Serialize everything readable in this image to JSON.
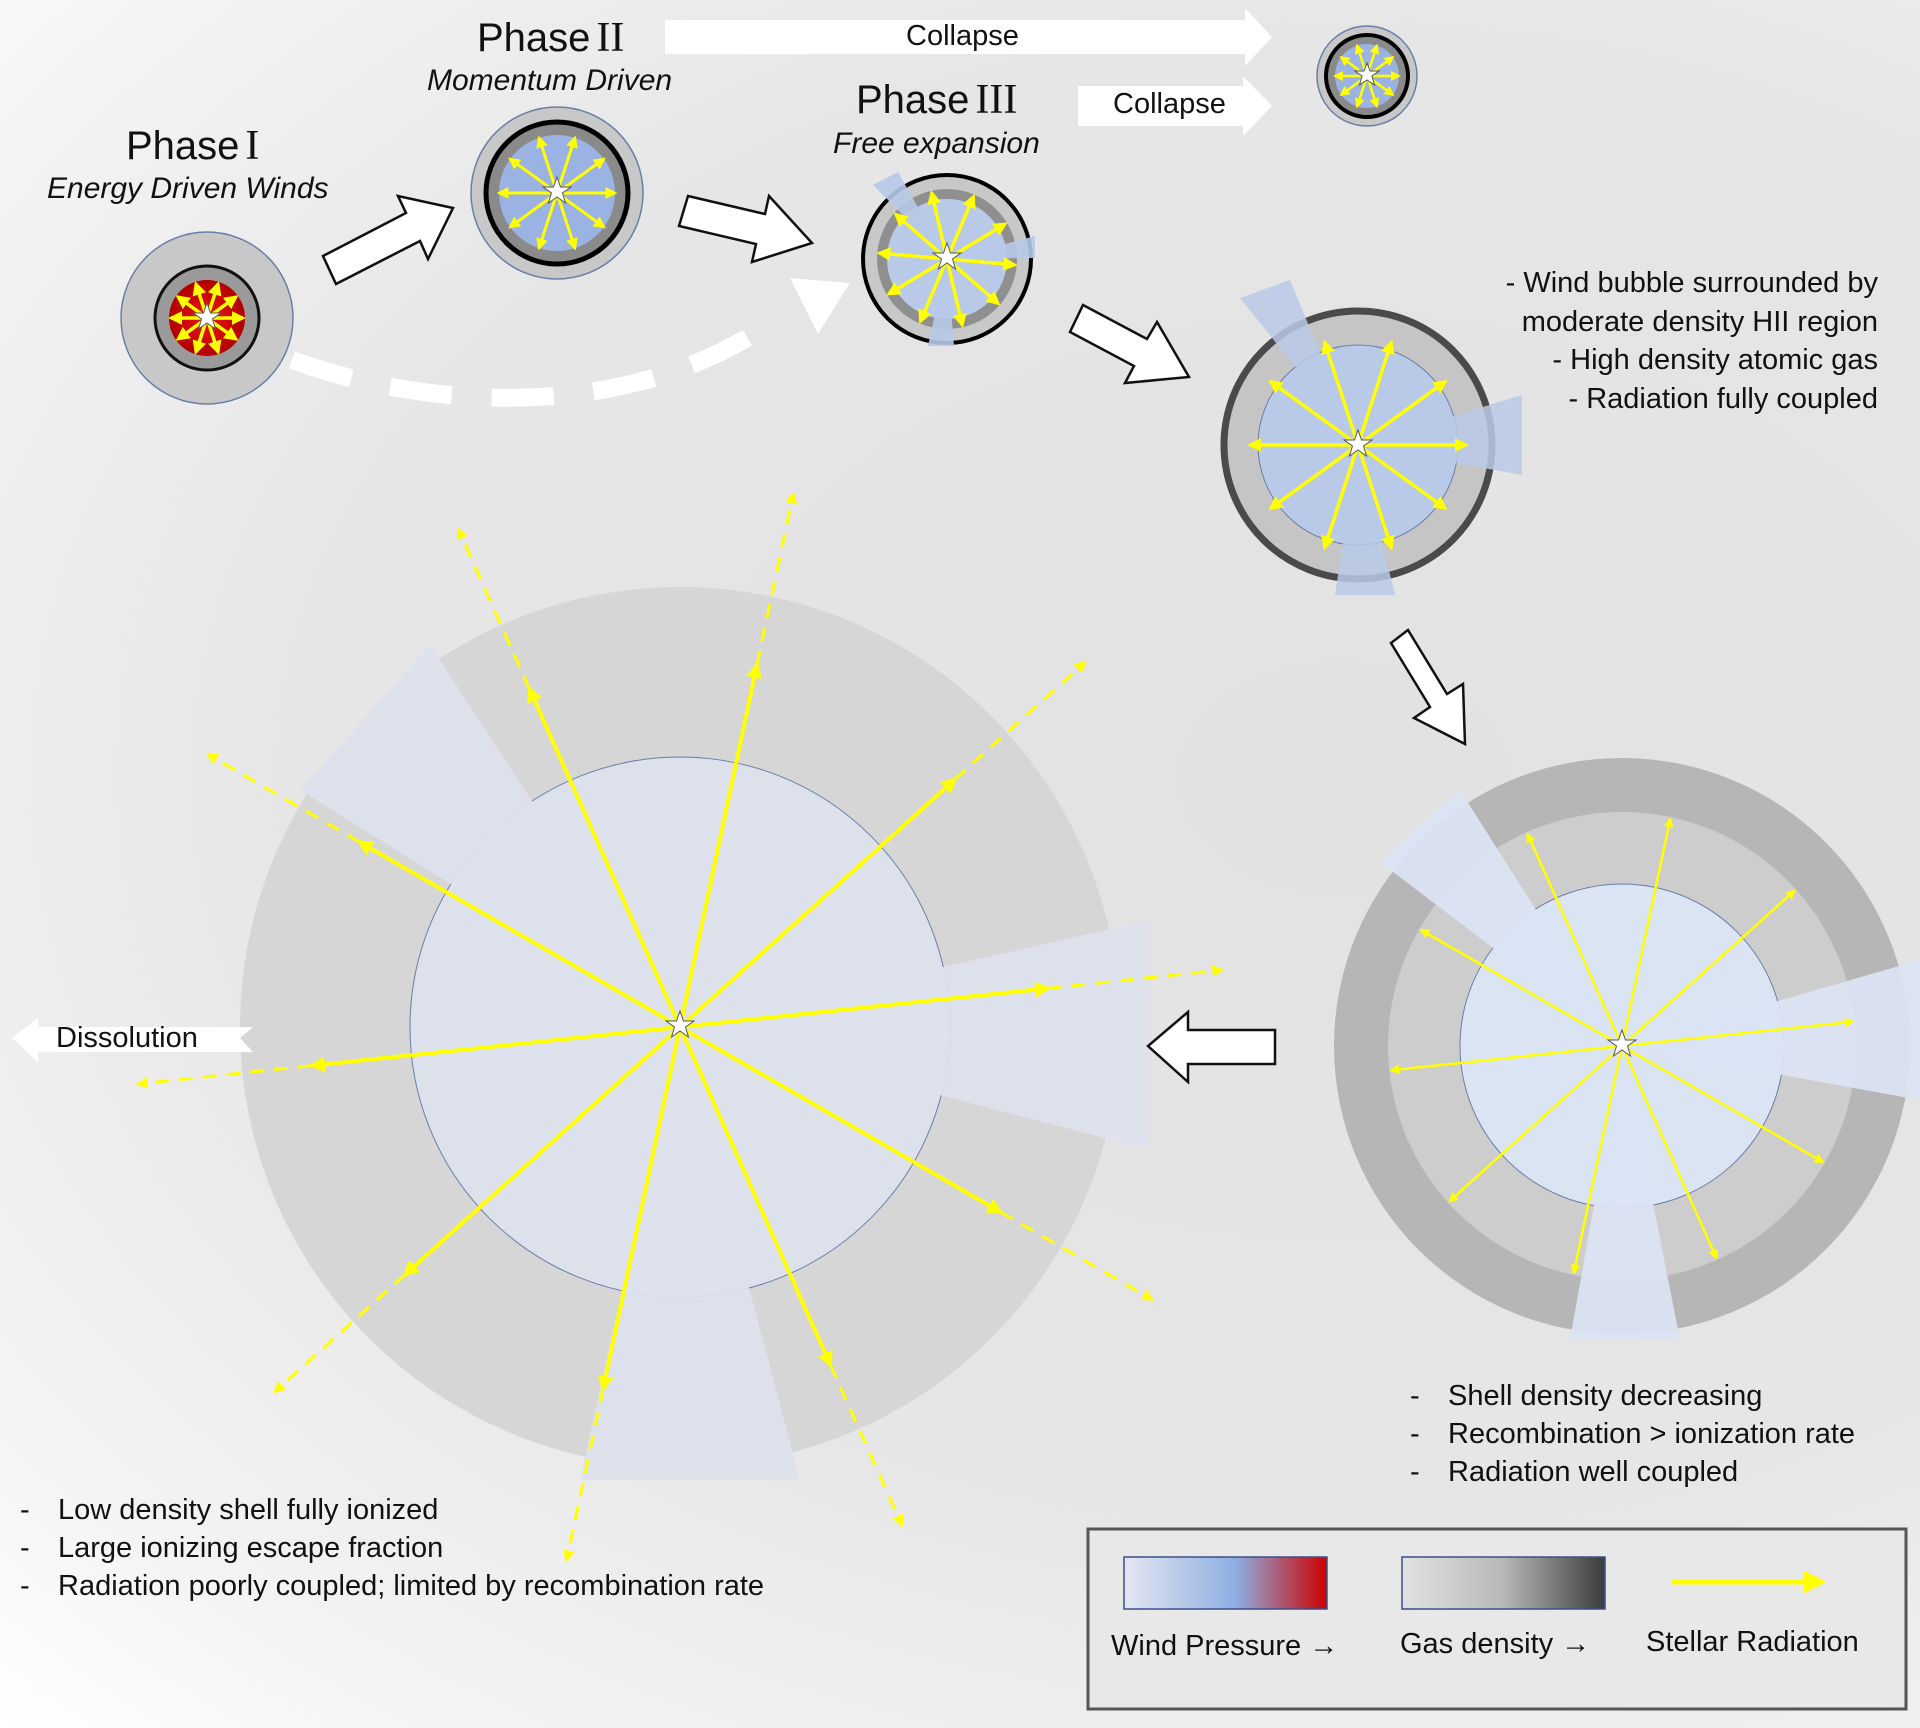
{
  "phase1": {
    "word": "Phase",
    "num": "I",
    "subtitle": "Energy Driven Winds"
  },
  "phase2": {
    "word": "Phase",
    "num": "II",
    "subtitle": "Momentum Driven"
  },
  "phase3": {
    "word": "Phase",
    "num": "III",
    "subtitle": "Free expansion"
  },
  "arrows": {
    "collapse_top": "Collapse",
    "collapse_mid": "Collapse",
    "dissolution": "Dissolution"
  },
  "note_right": [
    "- Wind bubble surrounded by",
    "moderate density HII region",
    "- High density atomic gas",
    "- Radiation fully coupled"
  ],
  "note_mid": [
    "Shell density decreasing",
    "Recombination > ionization rate",
    "Radiation well coupled"
  ],
  "note_bottom": [
    "Low density shell fully ionized",
    "Large ionizing escape fraction",
    "Radiation poorly coupled; limited by recombination rate"
  ],
  "list_dash": "-",
  "legend": {
    "wind": "Wind Pressure →",
    "gas": "Gas density →",
    "radiation": "Stellar Radiation"
  },
  "colors": {
    "radiation": "#ffff00",
    "wind_low": "#dde2ee",
    "wind_mid": "#8fb0e0",
    "wind_high": "#cc0000",
    "gas_low": "#e0e0e0",
    "gas_high": "#444444"
  }
}
